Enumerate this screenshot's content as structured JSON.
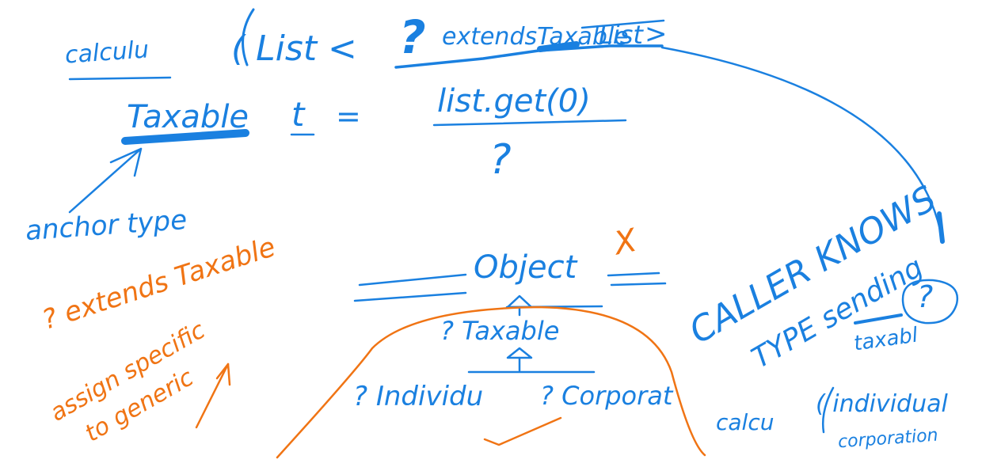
{
  "colors": {
    "blue_ink": "#1a80e0",
    "orange_ink": "#f07414",
    "background": "#ffffff"
  },
  "notes": {
    "calculate": "calculu",
    "list_decl": "( List <",
    "wildcard_q": "?",
    "extends_taxable": "extendsTaxable",
    "list_struck": "List",
    "list_close": ">",
    "taxable_t": "Taxable",
    "var_t": "t",
    "equals": "=",
    "list_get": "list.get(0)",
    "question_center": "?",
    "anchor_type": "anchor type",
    "x_mark": "X",
    "object": "Object",
    "taxable_node": "? Taxable",
    "individual": "? Individu",
    "corporate": "? Corporat",
    "orange_line1": "? extends Taxable",
    "orange_line2": "assign specific",
    "orange_line3": "to generic",
    "caller_knows": "CALLER KNOWS",
    "type_sending": "TYPE sending",
    "circle_q": "?",
    "taxable_right": "taxabl",
    "calc_right": "calcu",
    "individual_right": "( individual",
    "corporate_right": "corporation"
  }
}
